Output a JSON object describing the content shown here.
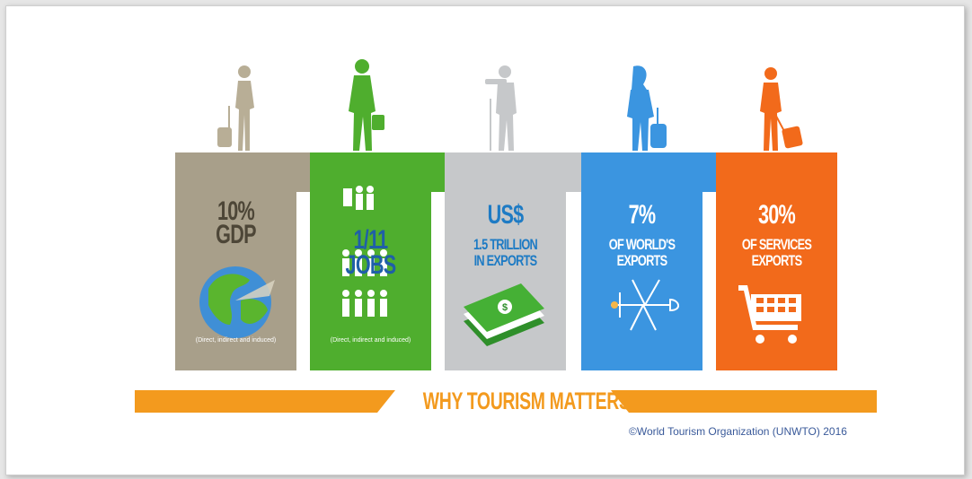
{
  "panels": [
    {
      "headline": "10%",
      "subline": "GDP",
      "note": "(Direct, indirect and induced)",
      "color": "#a89f8a",
      "text_color": "#4d4637",
      "icon": "globe-icon",
      "figure": "woman-with-suitcase-silhouette"
    },
    {
      "headline": "1/11 JOBS",
      "note": "(Direct, indirect and induced)",
      "color": "#4fae2e",
      "text_color": "#1f5fa8",
      "icon": "people-icon",
      "figure": "man-with-briefcase-silhouette"
    },
    {
      "headline": "US$",
      "subline": "1.5 TRILLION",
      "subline2": "IN EXPORTS",
      "color": "#c6c8ca",
      "text_color": "#1e7bc4",
      "icon": "money-stack-icon",
      "figure": "hiker-with-camera-silhouette"
    },
    {
      "headline": "7%",
      "subline": "OF WORLD'S",
      "subline2": "EXPORTS",
      "color": "#3b95e0",
      "text_color": "#ffffff",
      "icon": "airplane-icon",
      "figure": "woman-traveler-silhouette"
    },
    {
      "headline": "30%",
      "subline": "OF SERVICES",
      "subline2": "EXPORTS",
      "color": "#f26a1b",
      "text_color": "#ffffff",
      "icon": "shopping-cart-icon",
      "figure": "man-with-luggage-silhouette"
    }
  ],
  "banner": {
    "title": "WHY TOURISM MATTERS",
    "color": "#f39a1e"
  },
  "credit": "©World Tourism Organization (UNWTO) 2016"
}
